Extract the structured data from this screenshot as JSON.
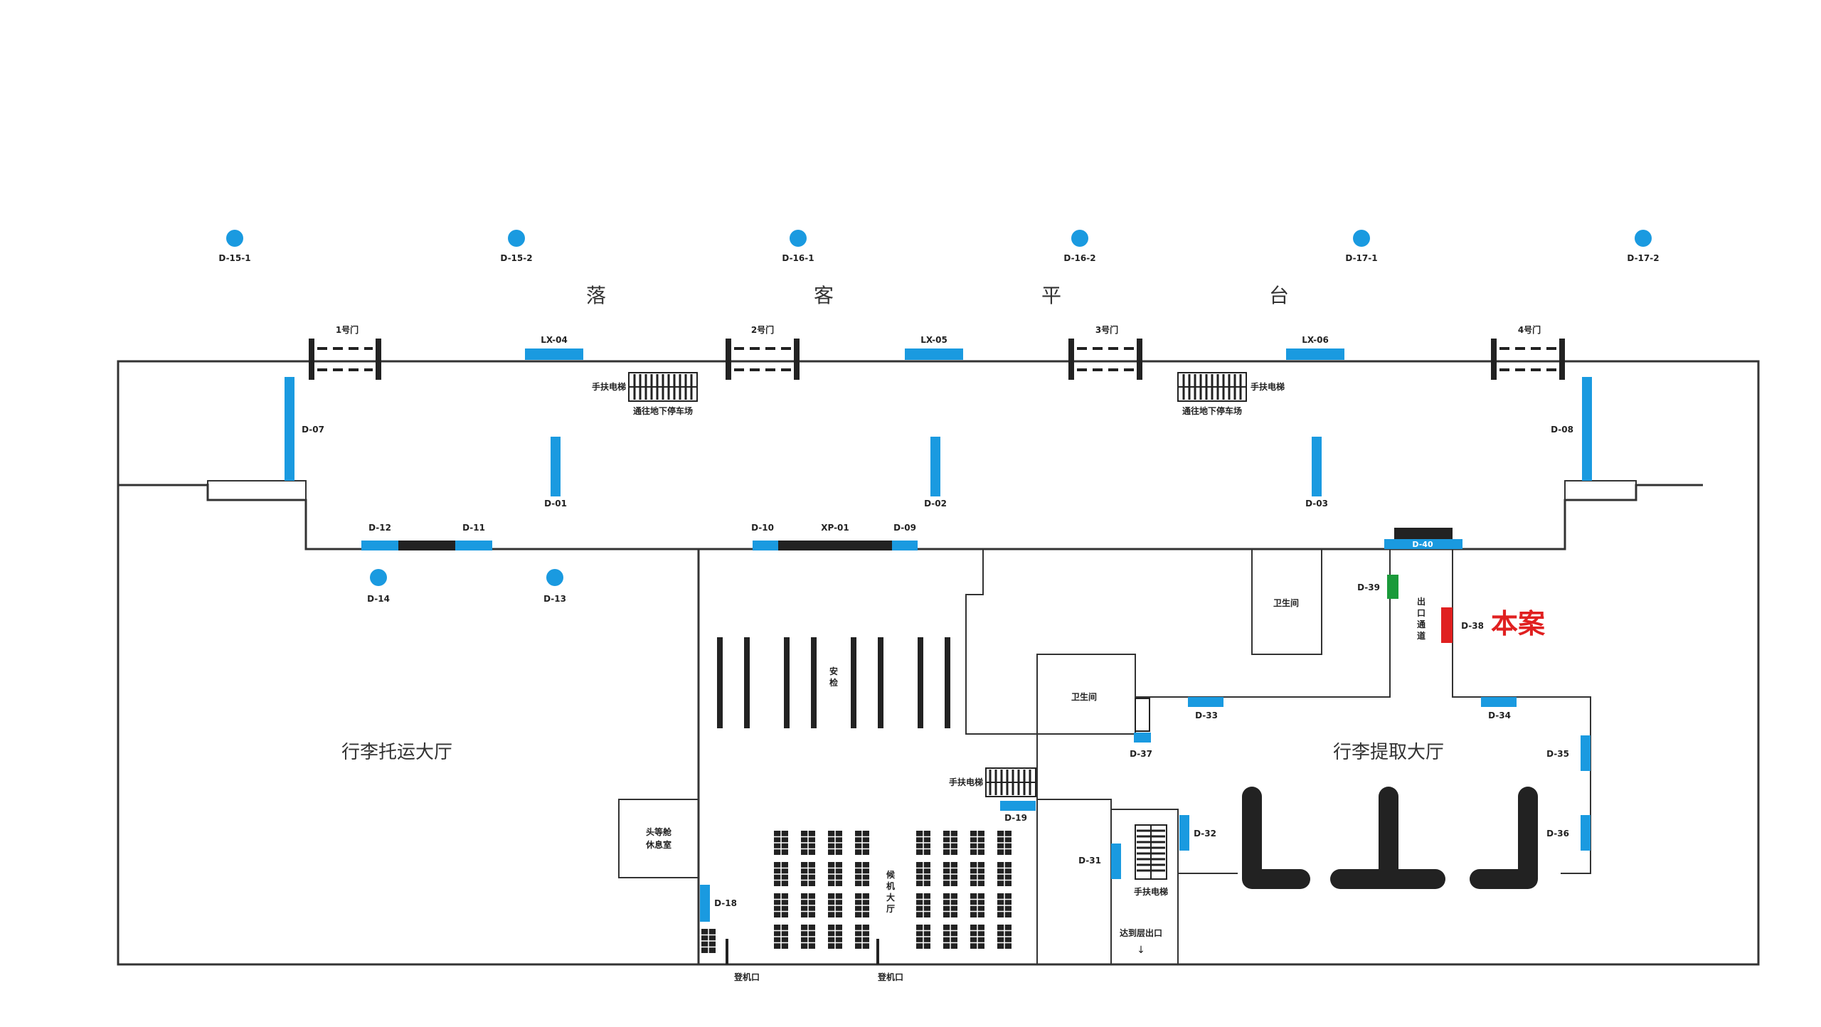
{
  "colors": {
    "ad_slot": "#1a9ae0",
    "highlight": "#e02020",
    "green_slot": "#1a9a3a",
    "wall": "#333333"
  },
  "platform": {
    "chars": [
      "落",
      "客",
      "平",
      "台"
    ]
  },
  "top_dots": [
    "D-15-1",
    "D-15-2",
    "D-16-1",
    "D-16-2",
    "D-17-1",
    "D-17-2"
  ],
  "gates": [
    "1号门",
    "2号门",
    "3号门",
    "4号门"
  ],
  "escalators": {
    "left": {
      "label": "手扶电梯",
      "sub": "通往地下停车场"
    },
    "right": {
      "label": "手扶电梯",
      "sub": "通往地下停车场"
    },
    "mid": "手扶电梯",
    "bottom": "手扶电梯"
  },
  "slots": {
    "lx04": "LX-04",
    "lx05": "LX-05",
    "lx06": "LX-06",
    "d07": "D-07",
    "d08": "D-08",
    "d01": "D-01",
    "d02": "D-02",
    "d03": "D-03",
    "d12": "D-12",
    "d11": "D-11",
    "d10": "D-10",
    "xp01": "XP-01",
    "d09": "D-09",
    "d14": "D-14",
    "d13": "D-13",
    "d40": "D-40",
    "d39": "D-39",
    "d38": "D-38",
    "d33": "D-33",
    "d34": "D-34",
    "d35": "D-35",
    "d36": "D-36",
    "d37": "D-37",
    "d32": "D-32",
    "d31": "D-31",
    "d19": "D-19",
    "d18": "D-18"
  },
  "rooms": {
    "checkin_hall": "行李托运大厅",
    "baggage_hall": "行李提取大厅",
    "toilet1": "卫生间",
    "toilet2": "卫生间",
    "vip_room": "头等舱休息室",
    "security": "安检",
    "waiting_hall": "候机大厅",
    "exit_passage": "出口通道",
    "arrival_exit": "达到层出口"
  },
  "boarding_gates": [
    "登机口",
    "登机口"
  ],
  "highlight_label": "本案"
}
